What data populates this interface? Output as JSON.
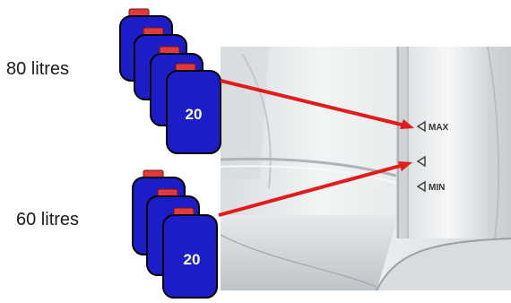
{
  "groups": [
    {
      "label": "80 litres",
      "can_count": 4,
      "front_can_number": "20"
    },
    {
      "label": "60 litres",
      "can_count": 3,
      "front_can_number": "20"
    }
  ],
  "tank_marks": {
    "max": "MAX",
    "min": "MIN"
  },
  "colors": {
    "can_body": "#1c1cc8",
    "can_cap": "#e23a3a",
    "arrow": "#e41b1b",
    "appliance": "#e9ecee"
  }
}
